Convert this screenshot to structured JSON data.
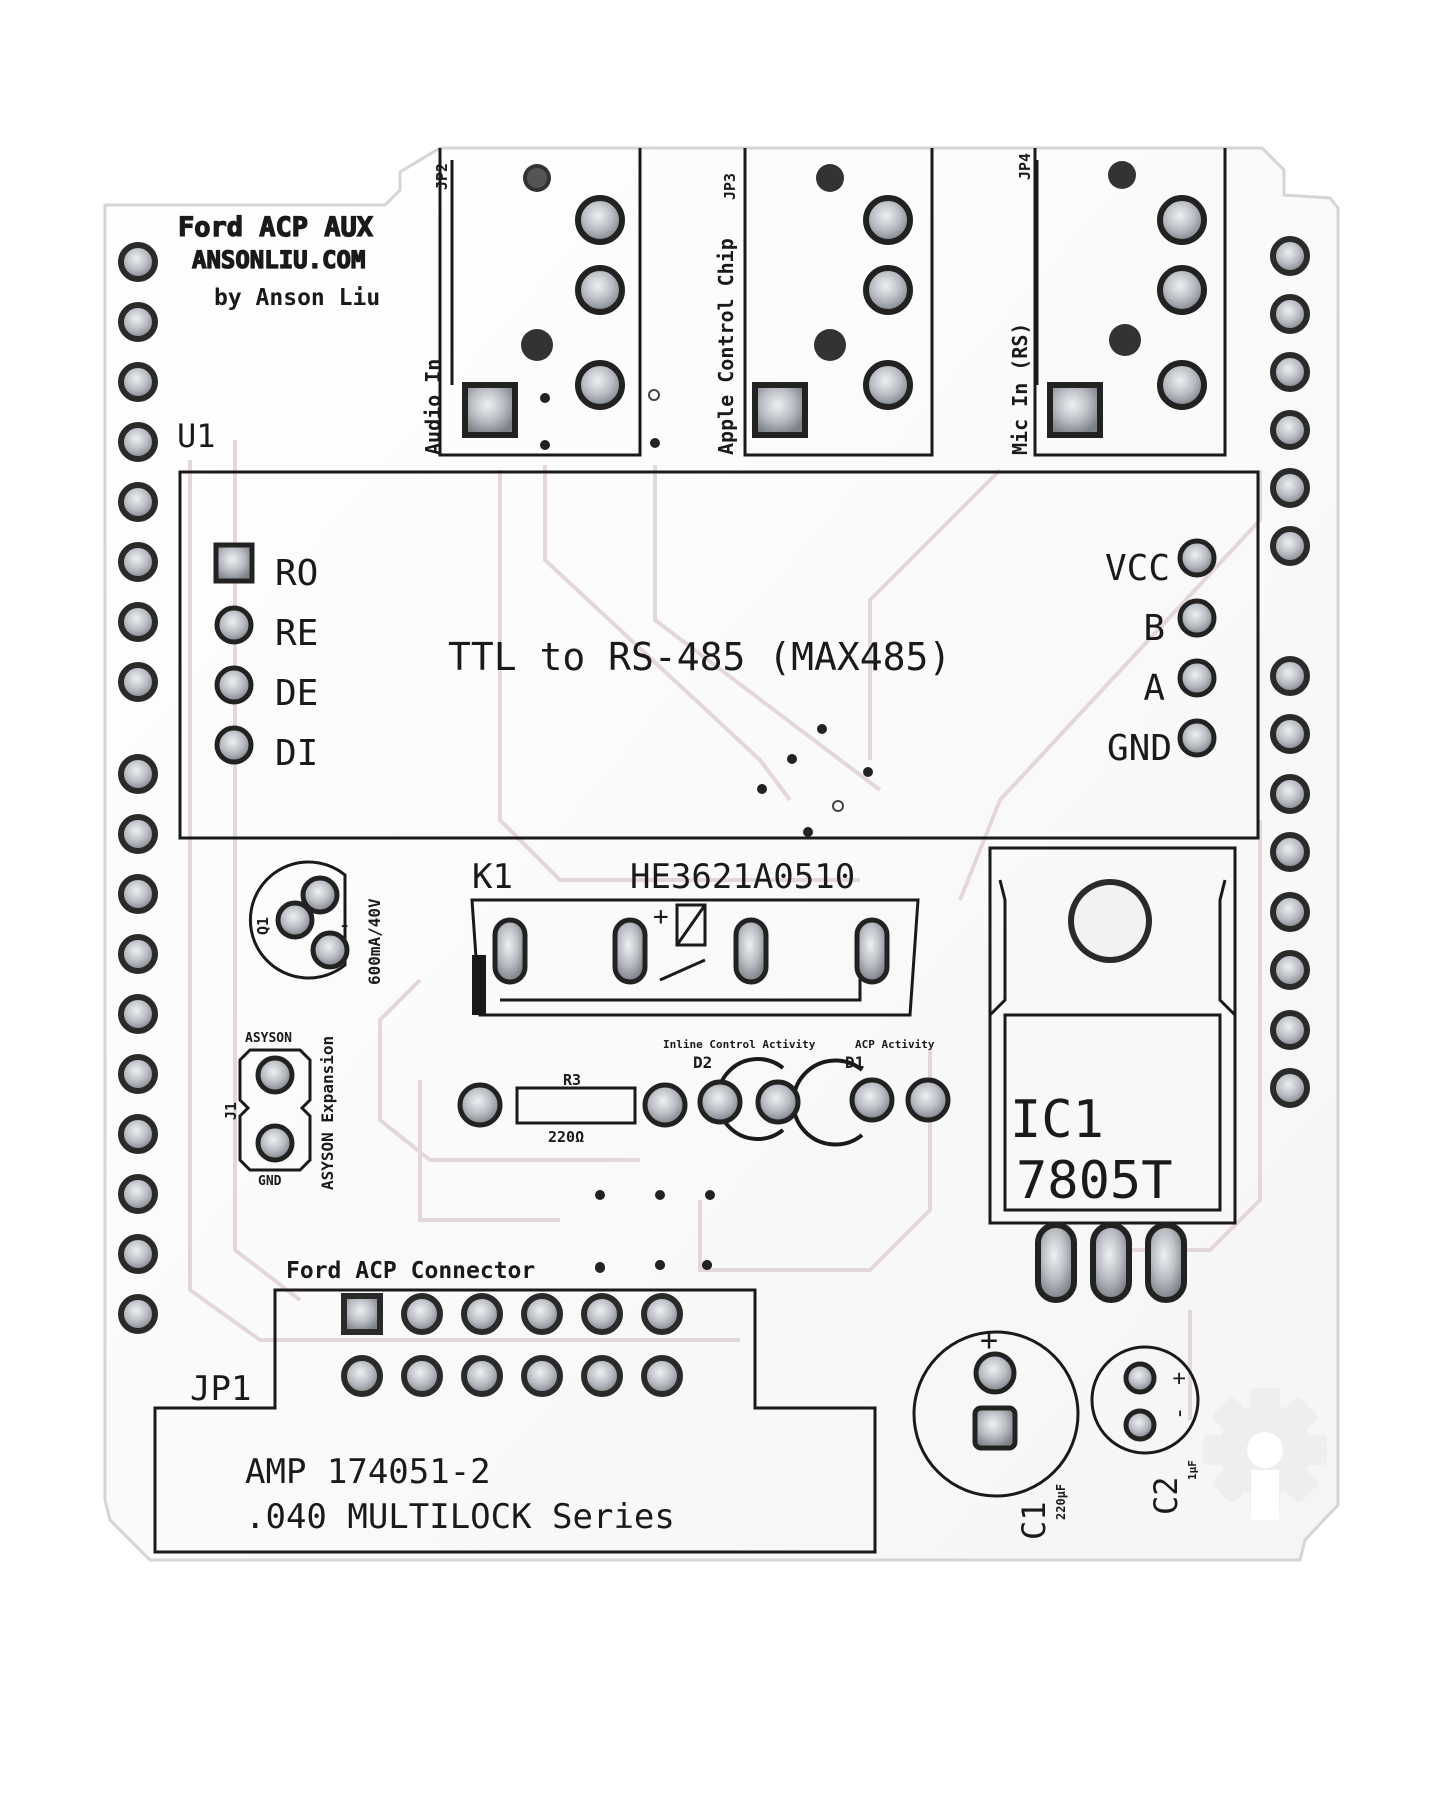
{
  "board": {
    "header_line1": "Ford ACP AUX",
    "header_line2": "ANSONLIU.COM",
    "author": "by Anson Liu",
    "u1_label": "U1",
    "jacks": [
      {
        "ref": "JP2",
        "name": "Audio In"
      },
      {
        "ref": "JP3",
        "name": "Apple Control Chip"
      },
      {
        "ref": "JP4",
        "name": "Mic In (RS)"
      }
    ],
    "module": {
      "title": "TTL to RS-485 (MAX485)",
      "left_pins": [
        "RO",
        "RE",
        "DE",
        "DI"
      ],
      "right_pins": [
        "VCC",
        "B",
        "A",
        "GND"
      ]
    },
    "relay": {
      "ref": "K1",
      "part": "HE3621A0510",
      "plus": "+"
    },
    "transistor": {
      "ref": "Q1",
      "rating": "600mA/40V",
      "minus": "-"
    },
    "jumper": {
      "ref": "J1",
      "top": "ASYSON",
      "bottom": "GND",
      "side": "ASYSON Expansion"
    },
    "resistor": {
      "ref": "R3",
      "value": "220Ω"
    },
    "leds": [
      {
        "ref": "D2",
        "label": "Inline Control Activity"
      },
      {
        "ref": "D1",
        "label": "ACP Activity"
      }
    ],
    "regulator": {
      "ref": "IC1",
      "part": "7805T"
    },
    "connector": {
      "title": "Ford ACP Connector",
      "ref": "JP1",
      "part_line1": "AMP 174051-2",
      "part_line2": ".040 MULTILOCK Series"
    },
    "caps": [
      {
        "ref": "C1",
        "value": "220µF",
        "plus": "+"
      },
      {
        "ref": "C2",
        "value": "1µF",
        "plus": "+",
        "minus": "-"
      }
    ]
  },
  "colors": {
    "board": "#ffffff",
    "silkscreen": "#1a1a1a",
    "pad": "#b8bcc2",
    "trace": "#e4d7d9",
    "paper": "#ffffff"
  }
}
